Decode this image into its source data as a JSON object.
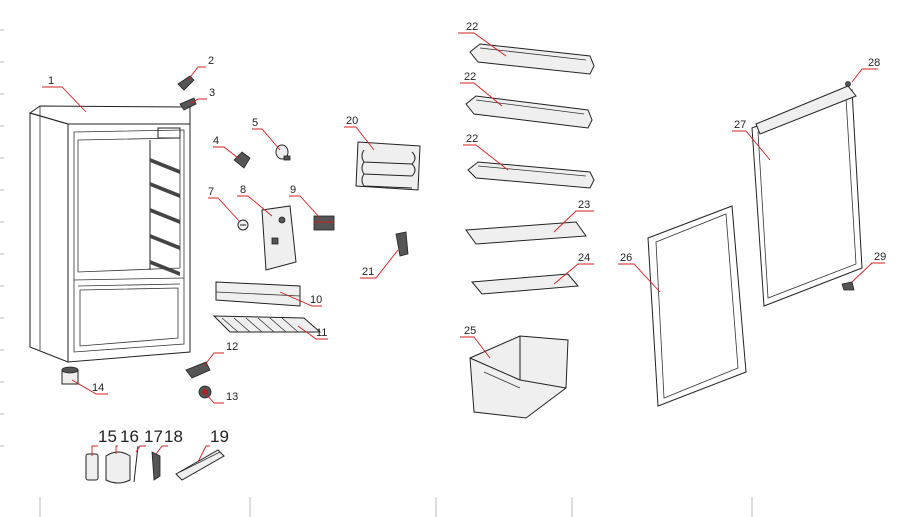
{
  "diagram": {
    "parts": [
      {
        "id": "p1",
        "label": "1"
      },
      {
        "id": "p2",
        "label": "2"
      },
      {
        "id": "p3",
        "label": "3"
      },
      {
        "id": "p4",
        "label": "4"
      },
      {
        "id": "p5",
        "label": "5"
      },
      {
        "id": "p7",
        "label": "7"
      },
      {
        "id": "p8",
        "label": "8"
      },
      {
        "id": "p9",
        "label": "9"
      },
      {
        "id": "p10",
        "label": "10"
      },
      {
        "id": "p11",
        "label": "11"
      },
      {
        "id": "p12",
        "label": "12"
      },
      {
        "id": "p13",
        "label": "13"
      },
      {
        "id": "p14",
        "label": "14"
      },
      {
        "id": "p15",
        "label": "15"
      },
      {
        "id": "p16",
        "label": "16"
      },
      {
        "id": "p17",
        "label": "17"
      },
      {
        "id": "p18",
        "label": "18"
      },
      {
        "id": "p19",
        "label": "19"
      },
      {
        "id": "p20",
        "label": "20"
      },
      {
        "id": "p21",
        "label": "21"
      },
      {
        "id": "p22a",
        "label": "22"
      },
      {
        "id": "p22b",
        "label": "22"
      },
      {
        "id": "p22c",
        "label": "22"
      },
      {
        "id": "p23",
        "label": "23"
      },
      {
        "id": "p24",
        "label": "24"
      },
      {
        "id": "p25",
        "label": "25"
      },
      {
        "id": "p26",
        "label": "26"
      },
      {
        "id": "p27",
        "label": "27"
      },
      {
        "id": "p28",
        "label": "28"
      },
      {
        "id": "p29",
        "label": "29"
      }
    ]
  }
}
